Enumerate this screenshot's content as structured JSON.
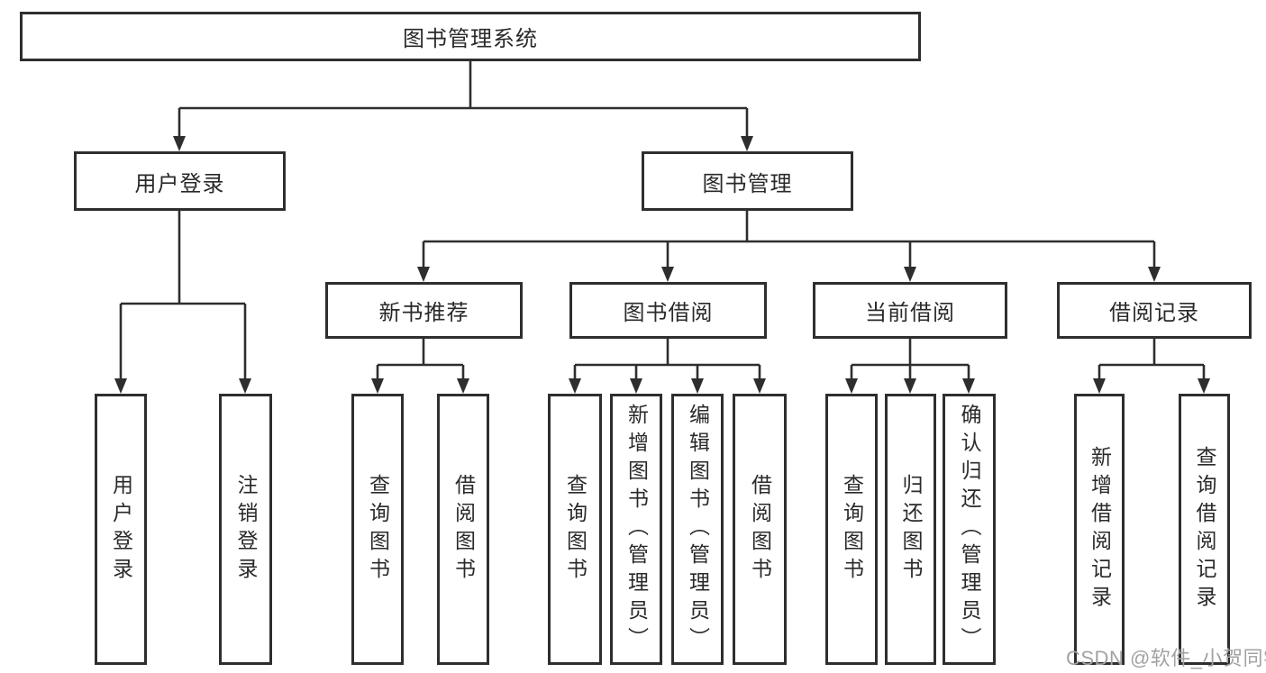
{
  "diagram_type": "functional-structure-tree",
  "colors": {
    "line": "#2e2e2e",
    "box_border": "#2e2e2e",
    "text": "#2a2a2a",
    "watermark": "#a2a2a2",
    "background": "#ffffff"
  },
  "tree": {
    "label": "图书管理系统",
    "children": [
      {
        "label": "用户登录",
        "children": [
          {
            "label": "用户登录"
          },
          {
            "label": "注销登录"
          }
        ]
      },
      {
        "label": "图书管理",
        "children": [
          {
            "label": "新书推荐",
            "children": [
              {
                "label": "查询图书"
              },
              {
                "label": "借阅图书"
              }
            ]
          },
          {
            "label": "图书借阅",
            "children": [
              {
                "label": "查询图书"
              },
              {
                "label": "新增图书（管理员）"
              },
              {
                "label": "编辑图书（管理员）"
              },
              {
                "label": "借阅图书"
              }
            ]
          },
          {
            "label": "当前借阅",
            "children": [
              {
                "label": "查询图书"
              },
              {
                "label": "归还图书"
              },
              {
                "label": "确认归还（管理员）"
              }
            ]
          },
          {
            "label": "借阅记录",
            "children": [
              {
                "label": "新增借阅记录"
              },
              {
                "label": "查询借阅记录"
              }
            ]
          }
        ]
      }
    ]
  },
  "watermark": {
    "text": "CSDN @软件_小贺同学"
  }
}
